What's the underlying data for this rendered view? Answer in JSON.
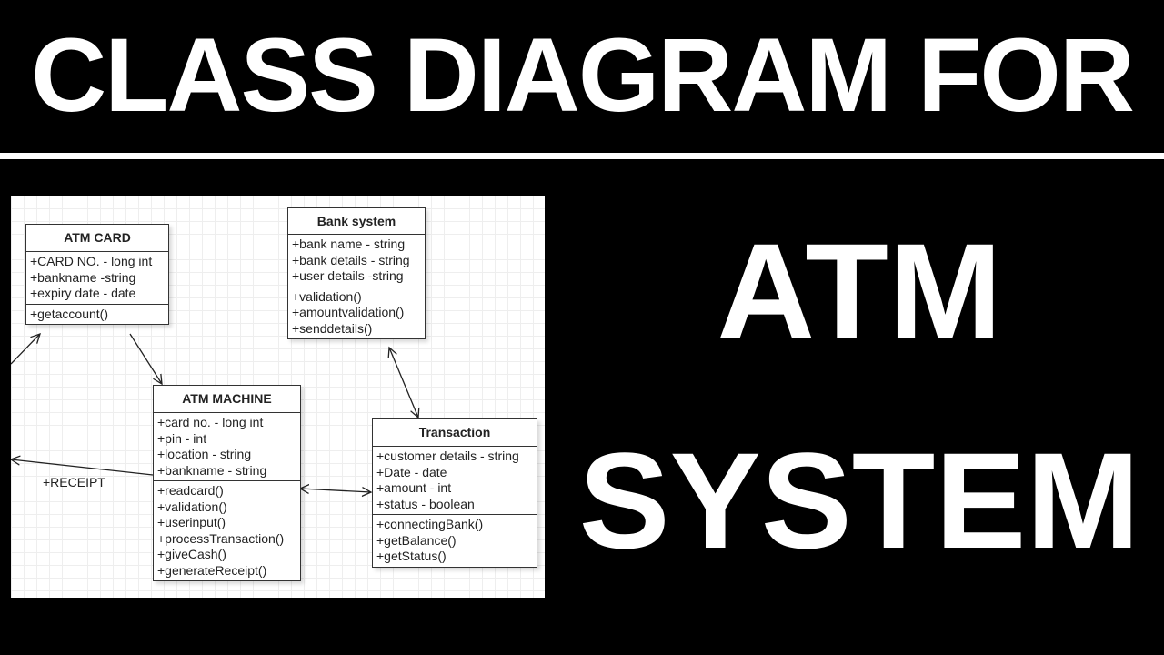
{
  "title": "CLASS DIAGRAM FOR",
  "subtitle_line1": "ATM",
  "subtitle_line2": "SYSTEM",
  "diagram": {
    "classes": [
      {
        "name": "ATM CARD",
        "attributes": [
          "+CARD NO. - long int",
          "+bankname -string",
          "+expiry date - date"
        ],
        "methods": [
          "+getaccount()"
        ]
      },
      {
        "name": "Bank system",
        "attributes": [
          "+bank name - string",
          "+bank details - string",
          "+user details -string"
        ],
        "methods": [
          "+validation()",
          "+amountvalidation()",
          "+senddetails()"
        ]
      },
      {
        "name": "ATM MACHINE",
        "attributes": [
          "+card no. - long int",
          "+pin - int",
          "+location - string",
          "+bankname - string"
        ],
        "methods": [
          "+readcard()",
          "+validation()",
          "+userinput()",
          "+processTransaction()",
          "+giveCash()",
          "+generateReceipt()"
        ]
      },
      {
        "name": "Transaction",
        "attributes": [
          "+customer details - string",
          "+Date - date",
          "+amount - int",
          "+status - boolean"
        ],
        "methods": [
          "+connectingBank()",
          "+getBalance()",
          "+getStatus()"
        ]
      }
    ],
    "edge_label": "+RECEIPT"
  }
}
